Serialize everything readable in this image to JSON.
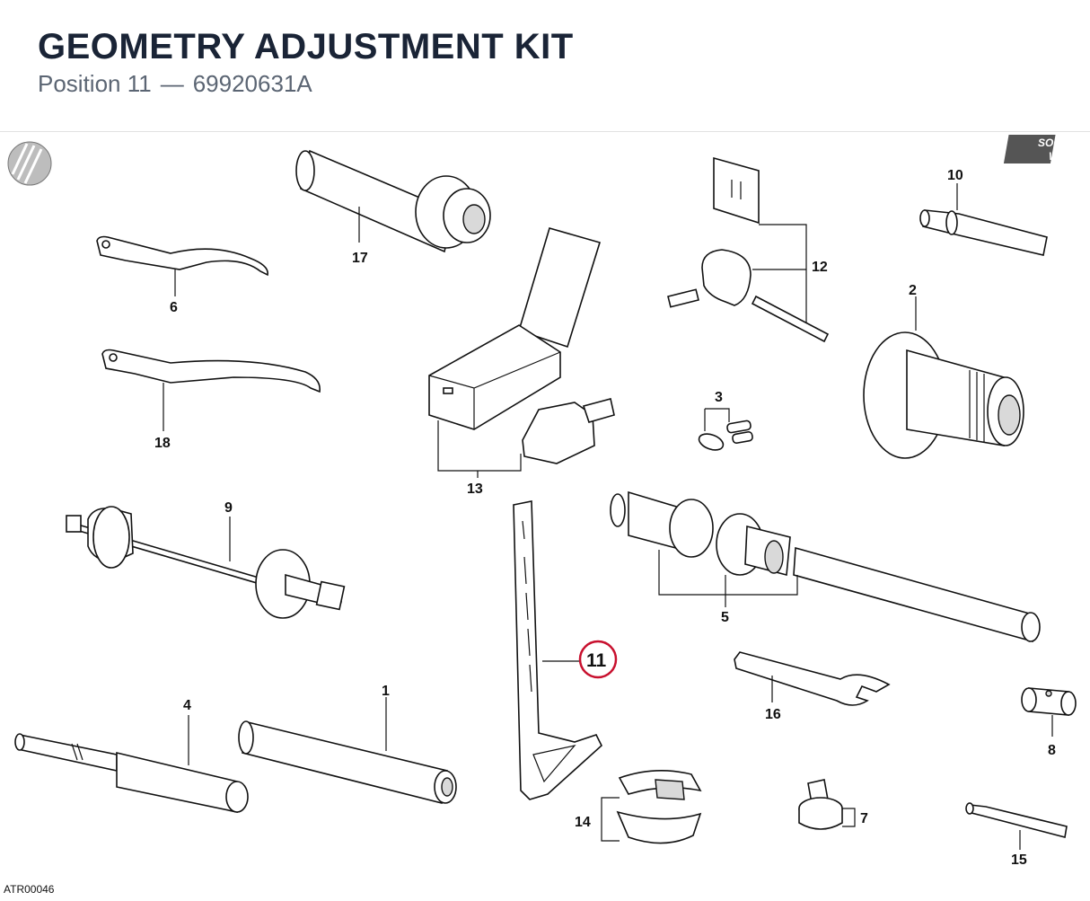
{
  "header": {
    "title": "GEOMETRY ADJUSTMENT KIT",
    "subtitle_position": "Position 11",
    "subtitle_separator": "—",
    "subtitle_part_number": "69920631A"
  },
  "diagram": {
    "code": "ATR00046",
    "logo_text_top": "SOFT",
    "logo_text_bottom": "WAY",
    "highlight_color": "#c8102e",
    "highlighted_part": "11",
    "part_labels": {
      "p1": "1",
      "p2": "2",
      "p3": "3",
      "p4": "4",
      "p5": "5",
      "p6": "6",
      "p7": "7",
      "p8": "8",
      "p9": "9",
      "p10": "10",
      "p11": "11",
      "p12": "12",
      "p13": "13",
      "p14": "14",
      "p15": "15",
      "p16": "16",
      "p17": "17",
      "p18": "18"
    }
  }
}
